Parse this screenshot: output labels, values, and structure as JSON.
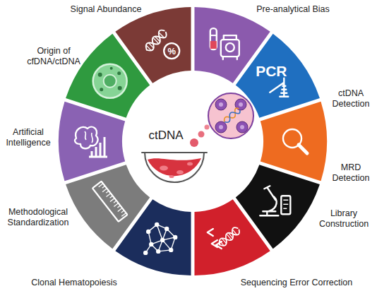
{
  "diagram": {
    "nodes": [
      {
        "text": [
          "Signal Abundance",
          "%"
        ]
      },
      {
        "text": [
          "Pre-analytical Bias"
        ]
      },
      {
        "text": [
          "ctDNA Detection",
          "PCR"
        ]
      },
      {
        "text": [
          "MRD Detection"
        ]
      },
      {
        "text": [
          "Library Construction"
        ]
      },
      {
        "text": [
          "Sequencing Error Correction"
        ]
      },
      {
        "text": [
          "Clonal Hematopoiesis"
        ]
      },
      {
        "text": [
          "Methodological Standardization"
        ]
      },
      {
        "text": [
          "Artificial Intelligence"
        ]
      },
      {
        "text": [
          "Origin of cfDNA/ctDNA"
        ]
      },
      {
        "text": [
          "ctDNA"
        ]
      }
    ]
  }
}
